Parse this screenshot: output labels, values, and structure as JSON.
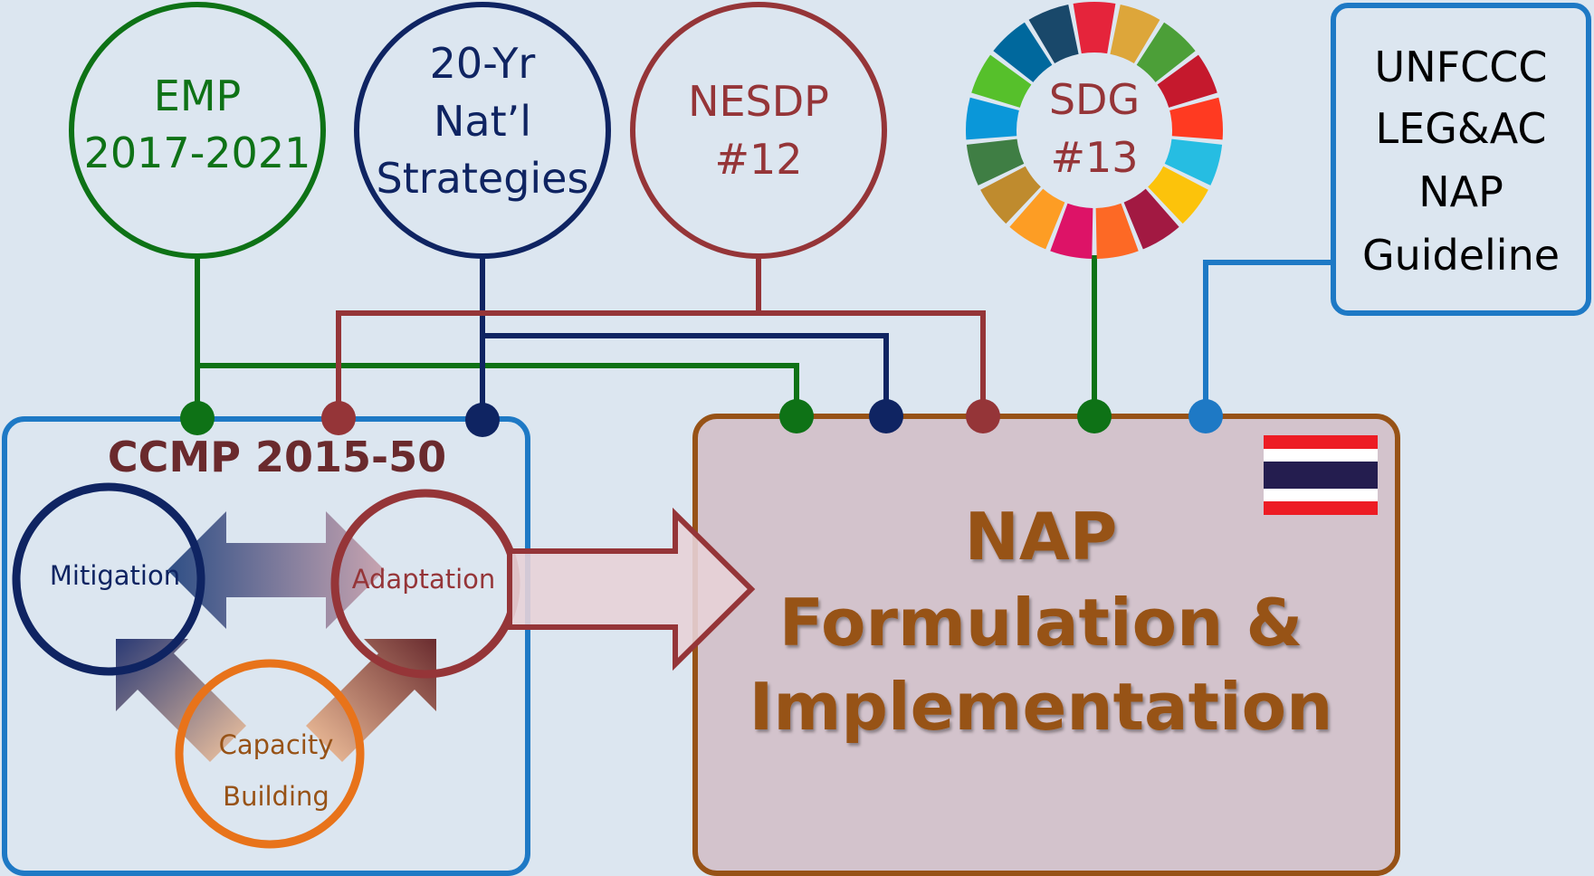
{
  "colors": {
    "background": "#dce6f0",
    "green": "#0e7216",
    "navy": "#0f2462",
    "maroon": "#953538",
    "blue": "#1e79c5",
    "orange": "#e8731a",
    "brown": "#975216",
    "nap_fill": "#d3c3cc"
  },
  "nodes": {
    "emp": {
      "line1": "EMP",
      "line2": "2017-2021"
    },
    "strategies": {
      "line1": "20-Yr",
      "line2": "Nat’l",
      "line3": "Strategies"
    },
    "nesdp": {
      "line1": "NESDP",
      "line2": "#12"
    },
    "sdg": {
      "line1": "SDG",
      "line2": "#13"
    },
    "unfccc": {
      "line1": "UNFCCC",
      "line2": "LEG&AC",
      "line3": "NAP",
      "line4": "Guideline"
    }
  },
  "ccmp": {
    "title": "CCMP 2015-50",
    "mitigation": "Mitigation",
    "adaptation": "Adaptation",
    "capacity_line1": "Capacity",
    "capacity_line2": "Building"
  },
  "nap": {
    "line1": "NAP",
    "line2": "Formulation &",
    "line3": "Implementation"
  },
  "sdg_wheel_colors": [
    "#e5243b",
    "#dda63a",
    "#4c9f38",
    "#c5192d",
    "#ff3a21",
    "#26bde2",
    "#fcc30b",
    "#a21942",
    "#fd6925",
    "#dd1367",
    "#fd9d24",
    "#bf8b2e",
    "#3f7e44",
    "#0a97d9",
    "#56c02b",
    "#00689d",
    "#19486a"
  ],
  "flag_colors": [
    "#ed1c24",
    "#ffffff",
    "#241d4f",
    "#ffffff",
    "#ed1c24"
  ]
}
